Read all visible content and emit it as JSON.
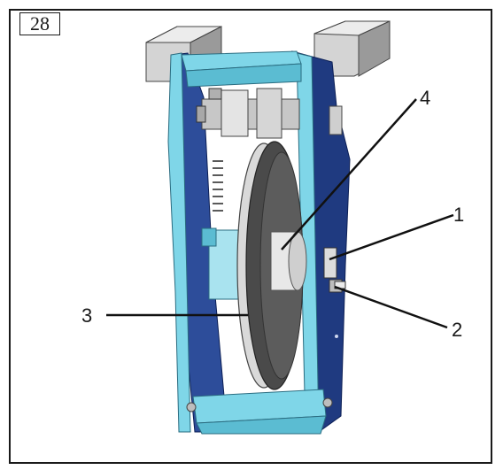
{
  "figure": {
    "number": "28",
    "callouts": [
      {
        "id": "1",
        "label": "1"
      },
      {
        "id": "2",
        "label": "2"
      },
      {
        "id": "3",
        "label": "3"
      },
      {
        "id": "4",
        "label": "4"
      }
    ]
  },
  "colors": {
    "frame": "#1a1a1a",
    "side_plate": "#2d4d9a",
    "side_plate_dark": "#1f3a80",
    "rim_cyan": "#7fd6e8",
    "cyan_light": "#a9e3ef",
    "disc_dark": "#4a4a4a",
    "disc_light": "#d9d9d9",
    "block_grey": "#cfcfcf"
  }
}
